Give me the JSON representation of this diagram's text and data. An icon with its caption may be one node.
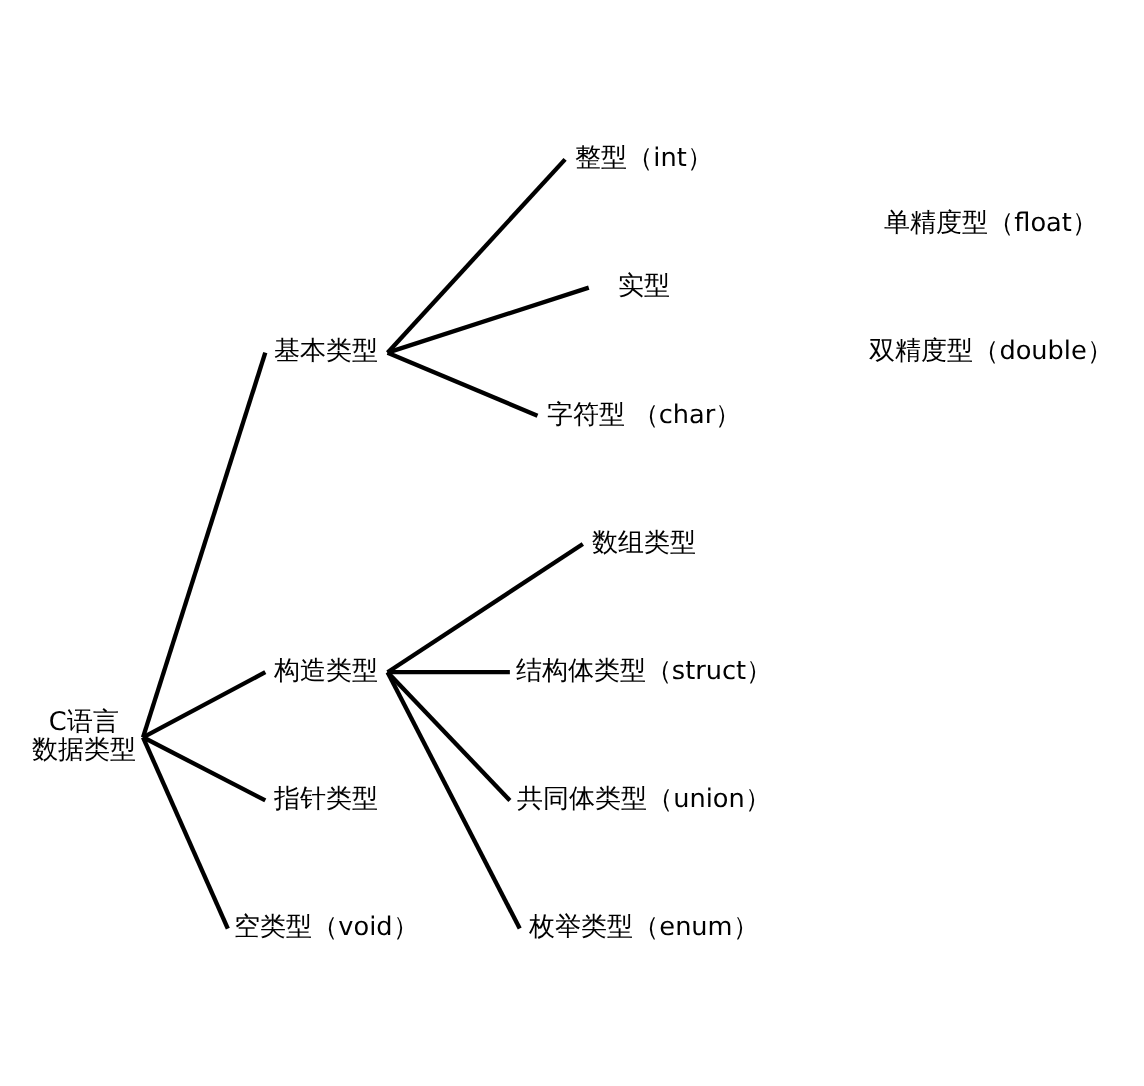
{
  "diagram": {
    "nodes": [
      {
        "text": [
          "C语言",
          "数据类型"
        ]
      },
      {
        "text": [
          "基本类型"
        ]
      },
      {
        "text": [
          "整型（int）"
        ]
      },
      {
        "text": [
          "实型"
        ]
      },
      {
        "text": [
          "字符型 （char）"
        ]
      },
      {
        "text": [
          "构造类型"
        ]
      },
      {
        "text": [
          "数组类型"
        ]
      },
      {
        "text": [
          "结构体类型（struct）"
        ]
      },
      {
        "text": [
          "共同体类型（union）"
        ]
      },
      {
        "text": [
          "枚举类型（enum）"
        ]
      },
      {
        "text": [
          "指针类型"
        ]
      },
      {
        "text": [
          "空类型（void）"
        ]
      }
    ],
    "edges": [
      {
        "from": 0,
        "to": 1,
        "arrow": "none"
      },
      {
        "from": 1,
        "to": 2,
        "arrow": "none"
      },
      {
        "from": 1,
        "to": 3,
        "arrow": "none"
      },
      {
        "from": 1,
        "to": 4,
        "arrow": "none"
      },
      {
        "from": 0,
        "to": 5,
        "arrow": "none"
      },
      {
        "from": 5,
        "to": 6,
        "arrow": "none"
      },
      {
        "from": 5,
        "to": 7,
        "arrow": "none"
      },
      {
        "from": 5,
        "to": 8,
        "arrow": "none"
      },
      {
        "from": 5,
        "to": 9,
        "arrow": "none"
      },
      {
        "from": 0,
        "to": 10,
        "arrow": "none"
      },
      {
        "from": 0,
        "to": 11,
        "arrow": "none"
      }
    ],
    "labels": [
      "单精度型（float）",
      "双精度型（double）"
    ]
  }
}
